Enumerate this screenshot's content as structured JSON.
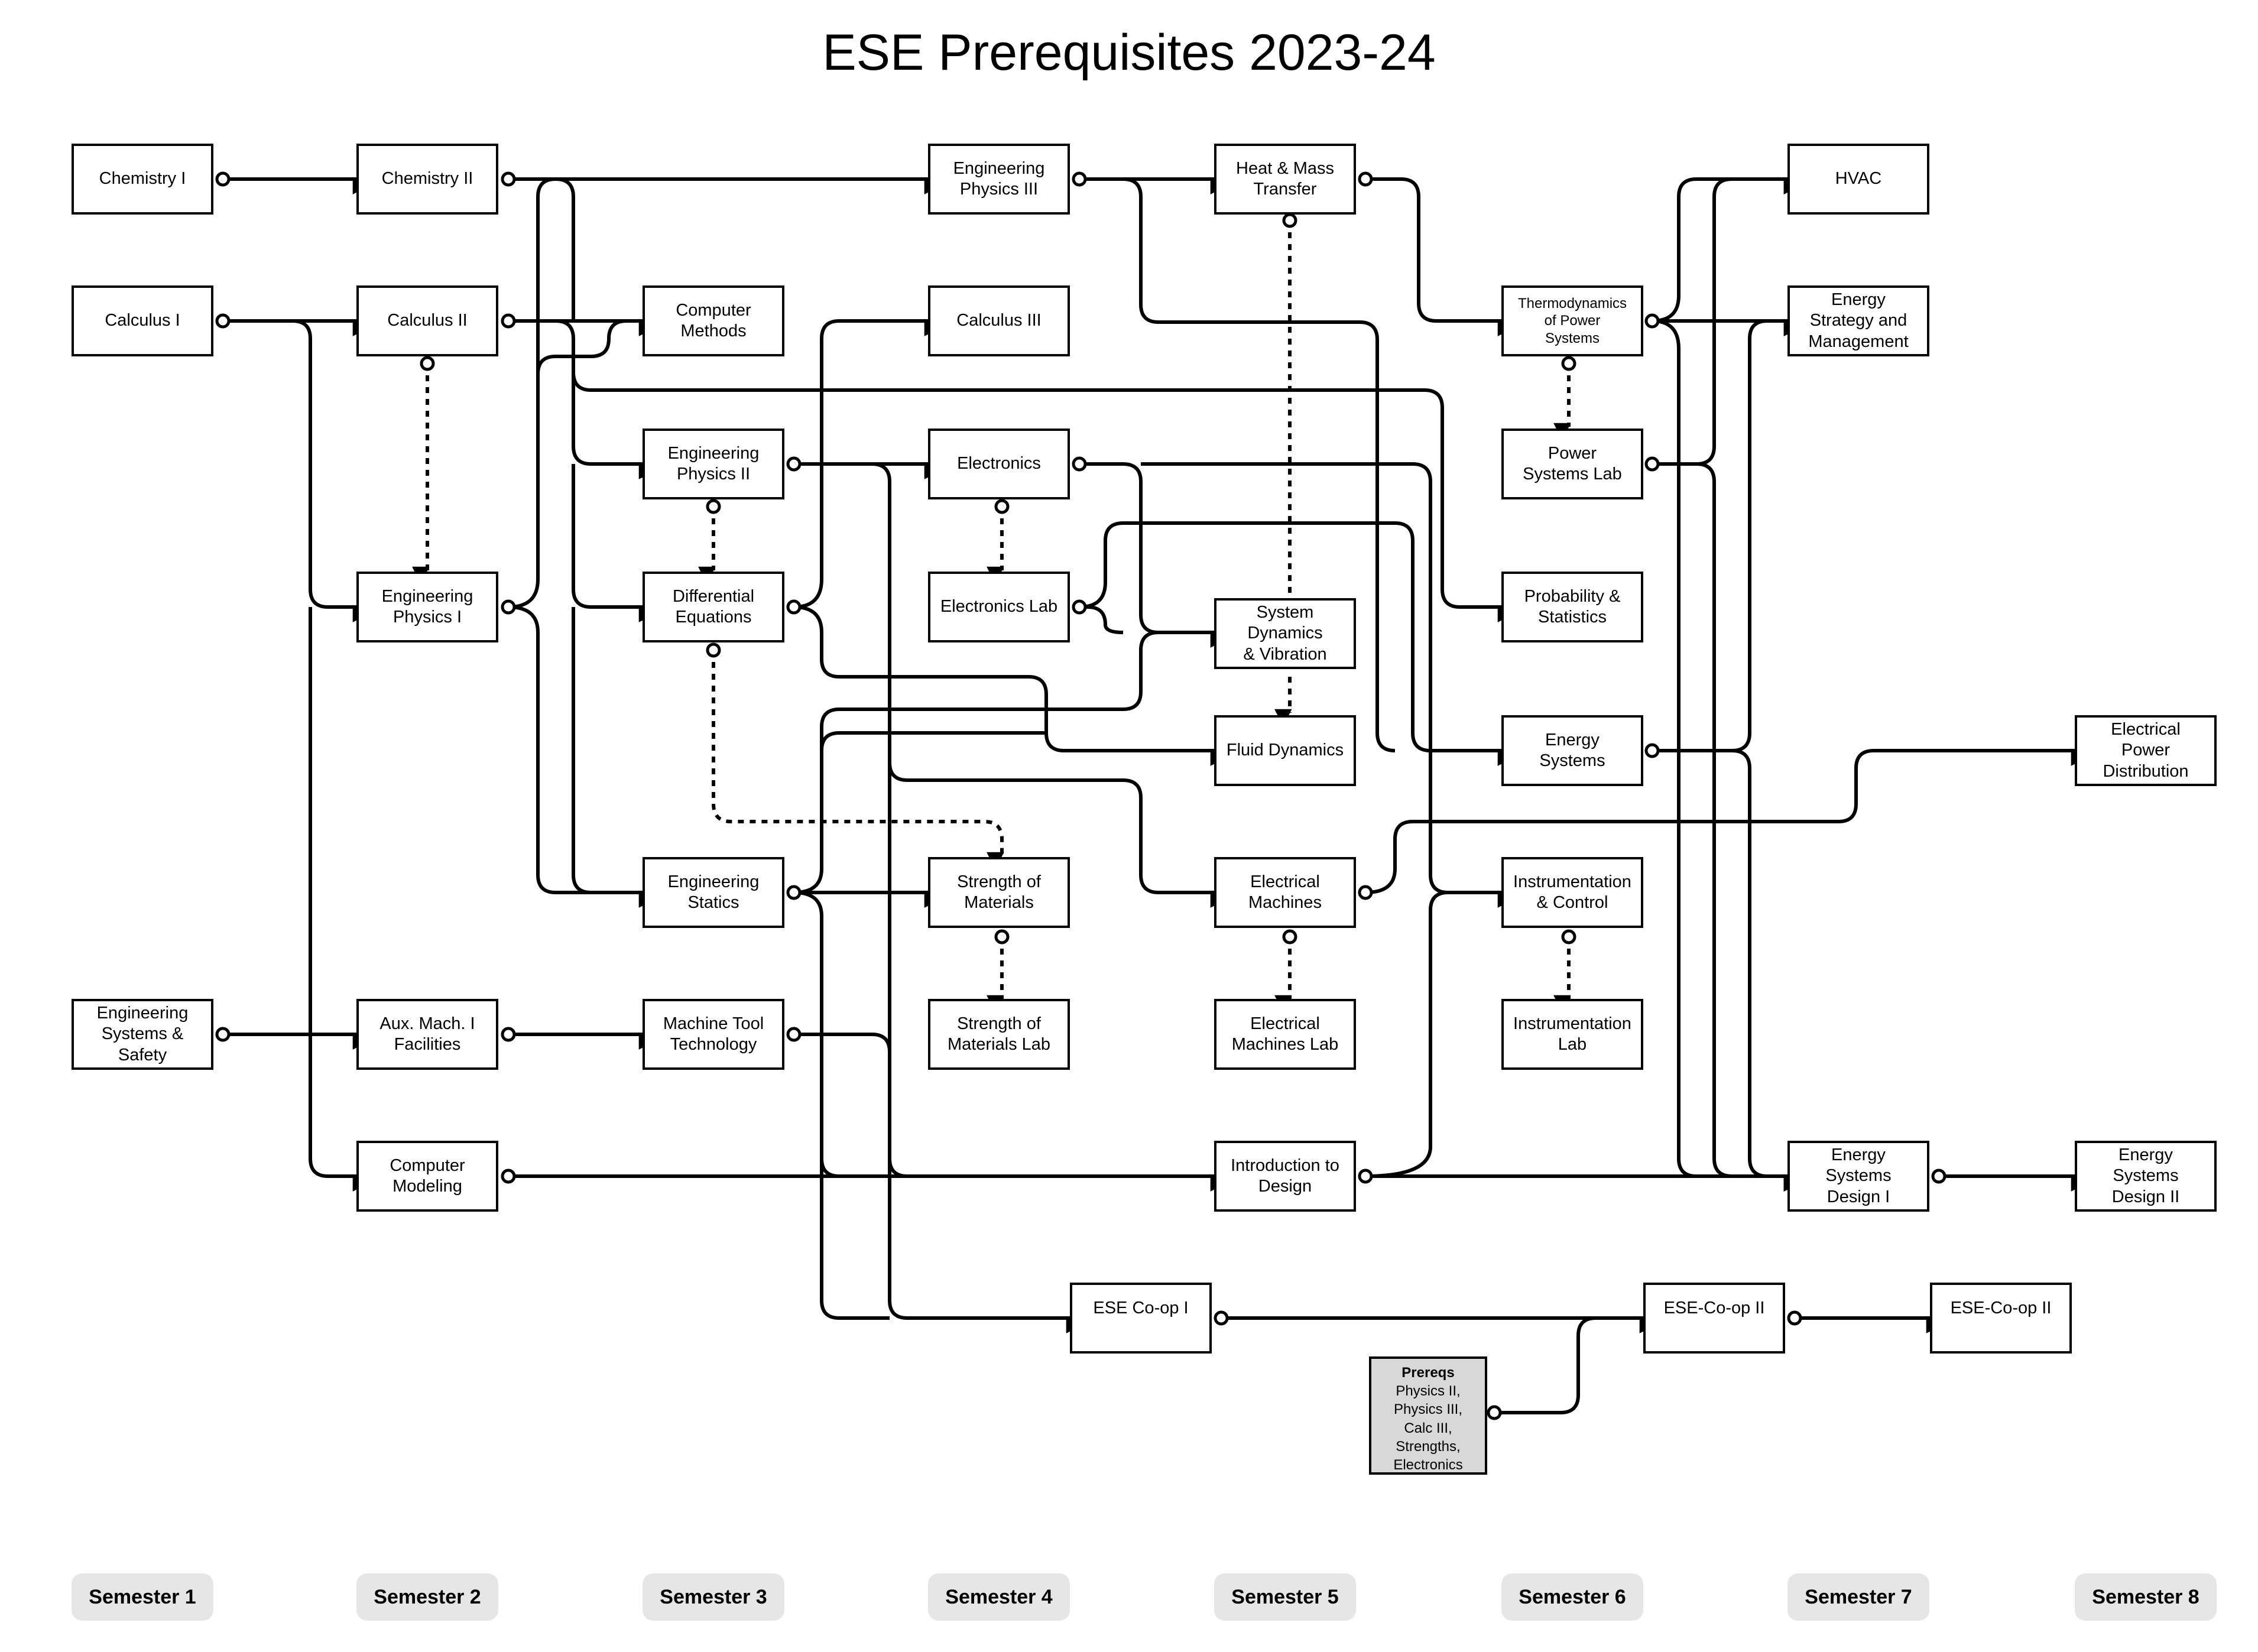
{
  "title": "ESE Prerequisites 2023-24",
  "courses": [
    {
      "id": "chem1",
      "label": "Chemistry I"
    },
    {
      "id": "chem2",
      "label": "Chemistry II"
    },
    {
      "id": "phys3",
      "label": "Engineering\nPhysics III"
    },
    {
      "id": "heat",
      "label": "Heat & Mass\nTransfer"
    },
    {
      "id": "hvac",
      "label": "HVAC"
    },
    {
      "id": "calc1",
      "label": "Calculus I"
    },
    {
      "id": "calc2",
      "label": "Calculus II"
    },
    {
      "id": "compmeth",
      "label": "Computer\nMethods"
    },
    {
      "id": "calc3",
      "label": "Calculus III"
    },
    {
      "id": "thermo",
      "label": "Thermodynamics\nof Power\nSystems"
    },
    {
      "id": "esm",
      "label": "Energy\nStrategy and\nManagement"
    },
    {
      "id": "phys2",
      "label": "Engineering\nPhysics II"
    },
    {
      "id": "elec",
      "label": "Electronics"
    },
    {
      "id": "pslab",
      "label": "Power\nSystems Lab"
    },
    {
      "id": "phys1",
      "label": "Engineering\nPhysics I"
    },
    {
      "id": "diffeq",
      "label": "Differential\nEquations"
    },
    {
      "id": "eleclab",
      "label": "Electronics Lab"
    },
    {
      "id": "sysdyn",
      "label": "System\nDynamics\n& Vibration"
    },
    {
      "id": "prob",
      "label": "Probability &\nStatistics"
    },
    {
      "id": "fluid",
      "label": "Fluid Dynamics"
    },
    {
      "id": "enersys",
      "label": "Energy\nSystems"
    },
    {
      "id": "epd",
      "label": "Electrical\nPower\nDistribution"
    },
    {
      "id": "statics",
      "label": "Engineering\nStatics"
    },
    {
      "id": "strength",
      "label": "Strength of\nMaterials"
    },
    {
      "id": "emach",
      "label": "Electrical\nMachines"
    },
    {
      "id": "instr",
      "label": "Instrumentation\n& Control"
    },
    {
      "id": "ess",
      "label": "Engineering\nSystems &\nSafety"
    },
    {
      "id": "aux",
      "label": "Aux. Mach. I\nFacilities"
    },
    {
      "id": "mtt",
      "label": "Machine Tool\nTechnology"
    },
    {
      "id": "smlab",
      "label": "Strength of\nMaterials Lab"
    },
    {
      "id": "emlab",
      "label": "Electrical\nMachines Lab"
    },
    {
      "id": "instlab",
      "label": "Instrumentation\nLab"
    },
    {
      "id": "compmod",
      "label": "Computer\nModeling"
    },
    {
      "id": "intro",
      "label": "Introduction to\nDesign"
    },
    {
      "id": "esd1",
      "label": "Energy\nSystems\nDesign I"
    },
    {
      "id": "esd2",
      "label": "Energy\nSystems\nDesign II"
    },
    {
      "id": "coop1",
      "label": "ESE Co-op I"
    },
    {
      "id": "coop2",
      "label": "ESE-Co-op II"
    },
    {
      "id": "coop3",
      "label": "ESE-Co-op II"
    }
  ],
  "prereq_note": {
    "heading": "Prereqs",
    "lines": [
      "Physics II,",
      "Physics III,",
      "Calc III,",
      "Strengths,",
      "Electronics"
    ]
  },
  "semesters": [
    "Semester 1",
    "Semester 2",
    "Semester 3",
    "Semester 4",
    "Semester 5",
    "Semester 6",
    "Semester 7",
    "Semester 8"
  ],
  "connections": [
    {
      "from": "chem1",
      "to": "chem2",
      "style": "solid"
    },
    {
      "from": "chem2",
      "to": "phys3",
      "style": "solid"
    },
    {
      "from": "phys3",
      "to": "heat",
      "style": "solid"
    },
    {
      "from": "heat",
      "to": "thermo",
      "style": "solid"
    },
    {
      "from": "heat",
      "to": "sysdyn",
      "style": "dotted"
    },
    {
      "from": "thermo",
      "to": "hvac",
      "style": "solid"
    },
    {
      "from": "thermo",
      "to": "esm",
      "style": "solid"
    },
    {
      "from": "thermo",
      "to": "pslab",
      "style": "dotted"
    },
    {
      "from": "thermo",
      "to": "esd1",
      "style": "solid"
    },
    {
      "from": "calc1",
      "to": "calc2",
      "style": "solid"
    },
    {
      "from": "calc1",
      "to": "phys1",
      "style": "solid"
    },
    {
      "from": "calc1",
      "to": "compmod",
      "style": "solid"
    },
    {
      "from": "calc2",
      "to": "compmeth",
      "style": "solid"
    },
    {
      "from": "calc2",
      "to": "phys1",
      "style": "dotted"
    },
    {
      "from": "calc2",
      "to": "phys2",
      "style": "solid"
    },
    {
      "from": "calc2",
      "to": "diffeq",
      "style": "solid"
    },
    {
      "from": "calc2",
      "to": "prob",
      "style": "solid"
    },
    {
      "from": "phys1",
      "to": "phys2",
      "style": "solid"
    },
    {
      "from": "phys1",
      "to": "statics",
      "style": "solid"
    },
    {
      "from": "phys2",
      "to": "elec",
      "style": "solid"
    },
    {
      "from": "phys2",
      "to": "diffeq",
      "style": "dotted"
    },
    {
      "from": "diffeq",
      "to": "calc3",
      "style": "solid"
    },
    {
      "from": "diffeq",
      "to": "fluid",
      "style": "solid"
    },
    {
      "from": "diffeq",
      "to": "strength",
      "style": "dotted"
    },
    {
      "from": "elec",
      "to": "eleclab",
      "style": "dotted"
    },
    {
      "from": "elec",
      "to": "sysdyn",
      "style": "solid"
    },
    {
      "from": "elec",
      "to": "instr",
      "style": "solid"
    },
    {
      "from": "eleclab",
      "to": "sysdyn",
      "style": "solid"
    },
    {
      "from": "sysdyn",
      "to": "fluid",
      "style": "dotted"
    },
    {
      "from": "statics",
      "to": "strength",
      "style": "solid"
    },
    {
      "from": "statics",
      "to": "coop1",
      "style": "solid"
    },
    {
      "from": "strength",
      "to": "smlab",
      "style": "dotted"
    },
    {
      "from": "emach",
      "to": "emlab",
      "style": "dotted"
    },
    {
      "from": "emach",
      "to": "epd",
      "style": "solid"
    },
    {
      "from": "instr",
      "to": "instlab",
      "style": "dotted"
    },
    {
      "from": "pslab",
      "to": "esd1",
      "style": "solid"
    },
    {
      "from": "enersys",
      "to": "esd1",
      "style": "solid"
    },
    {
      "from": "ess",
      "to": "aux",
      "style": "solid"
    },
    {
      "from": "aux",
      "to": "mtt",
      "style": "solid"
    },
    {
      "from": "mtt",
      "to": "intro",
      "style": "solid"
    },
    {
      "from": "compmod",
      "to": "intro",
      "style": "solid"
    },
    {
      "from": "intro",
      "to": "esd1",
      "style": "solid"
    },
    {
      "from": "intro",
      "to": "instr",
      "style": "solid"
    },
    {
      "from": "esd1",
      "to": "esd2",
      "style": "solid"
    },
    {
      "from": "coop1",
      "to": "coop2",
      "style": "solid"
    },
    {
      "from": "coop2",
      "to": "coop3",
      "style": "solid"
    },
    {
      "from": "prereqs",
      "to": "coop2",
      "style": "solid"
    }
  ]
}
